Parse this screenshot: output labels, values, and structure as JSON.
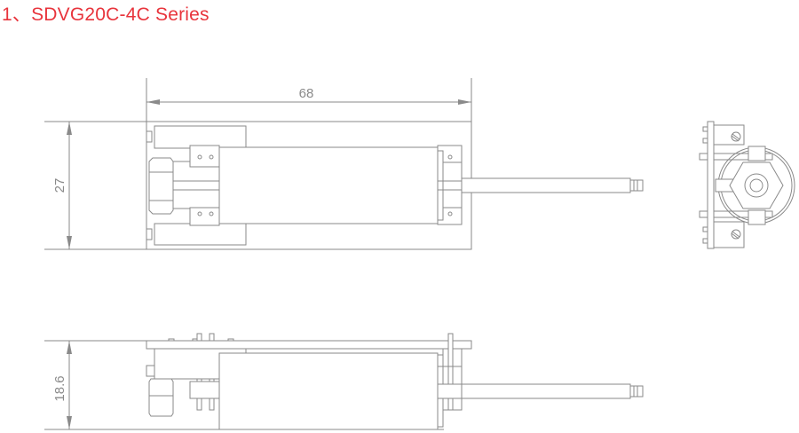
{
  "title": "1、SDVG20C-4C Series",
  "dimensions": {
    "length": "68",
    "width": "27",
    "height": "18.6"
  },
  "colors": {
    "title": "#e8343c",
    "line": "#8a8a8a"
  }
}
